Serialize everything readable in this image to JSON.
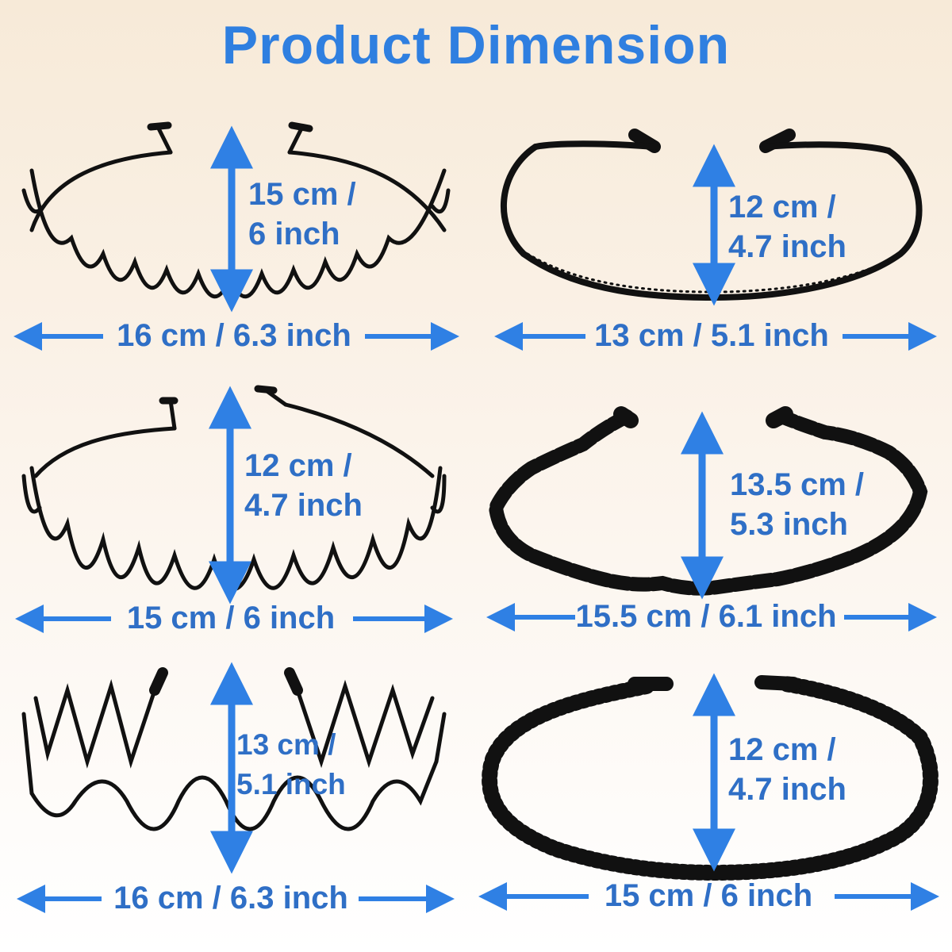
{
  "title": "Product Dimension",
  "colors": {
    "title": "#2f7fe0",
    "arrow": "#2f80e4",
    "label": "#2f6fc6",
    "headband": "#111111"
  },
  "products": [
    {
      "height_label": "15 cm /\n6 inch",
      "width_label": "16 cm / 6.3 inch"
    },
    {
      "height_label": "12 cm /\n4.7 inch",
      "width_label": "13 cm / 5.1 inch"
    },
    {
      "height_label": "12 cm /\n4.7 inch",
      "width_label": "15 cm / 6 inch"
    },
    {
      "height_label": "13.5 cm /\n5.3 inch",
      "width_label": "15.5 cm / 6.1 inch"
    },
    {
      "height_label": "13 cm /\n5.1 inch",
      "width_label": "16 cm / 6.3 inch"
    },
    {
      "height_label": "12 cm /\n4.7 inch",
      "width_label": "15 cm / 6 inch"
    }
  ]
}
